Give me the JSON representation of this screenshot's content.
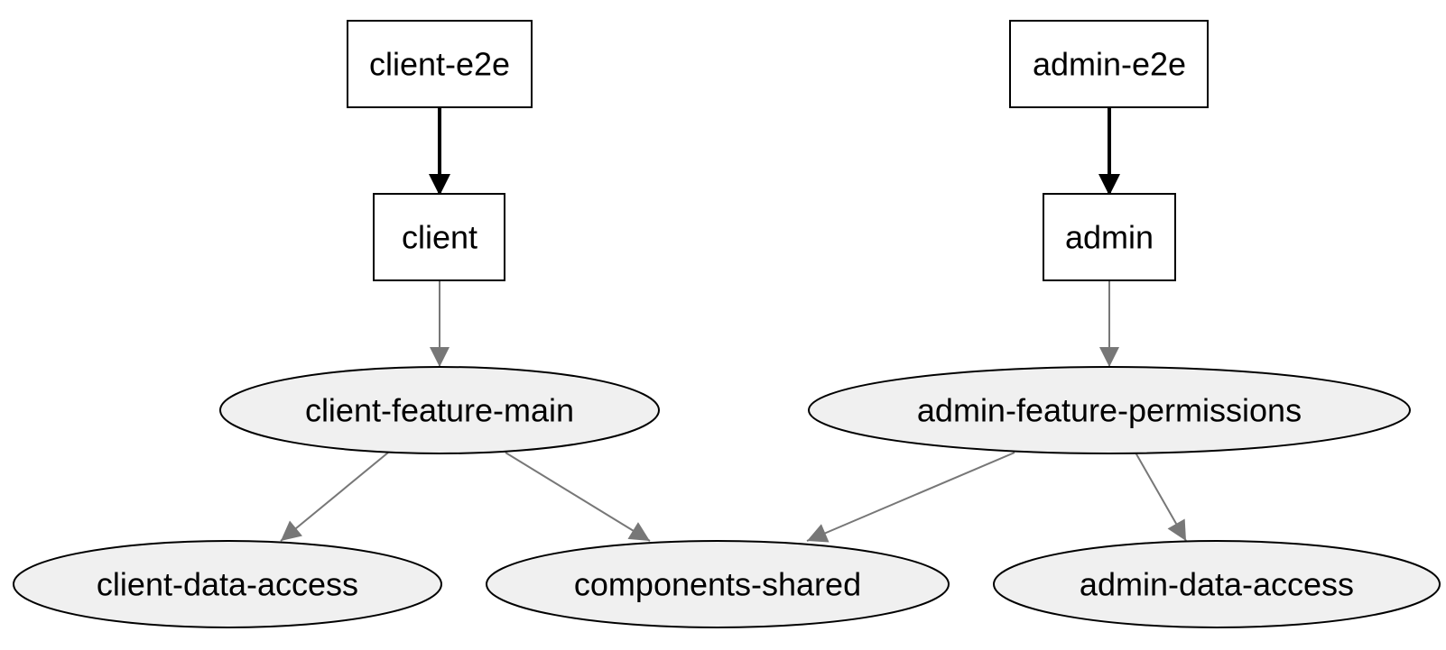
{
  "colors": {
    "app_edge": "#000000",
    "lib_edge": "#777777",
    "app_fill": "#ffffff",
    "lib_fill": "#f0f0f0",
    "stroke": "#000000"
  },
  "nodes": {
    "client_e2e": {
      "label": "client-e2e",
      "shape": "box"
    },
    "admin_e2e": {
      "label": "admin-e2e",
      "shape": "box"
    },
    "client": {
      "label": "client",
      "shape": "box"
    },
    "admin": {
      "label": "admin",
      "shape": "box"
    },
    "client_feature_main": {
      "label": "client-feature-main",
      "shape": "ellipse"
    },
    "admin_feature_permissions": {
      "label": "admin-feature-permissions",
      "shape": "ellipse"
    },
    "client_data_access": {
      "label": "client-data-access",
      "shape": "ellipse"
    },
    "components_shared": {
      "label": "components-shared",
      "shape": "ellipse"
    },
    "admin_data_access": {
      "label": "admin-data-access",
      "shape": "ellipse"
    }
  },
  "edges": [
    {
      "from": "client-e2e",
      "to": "client",
      "style": "implicit"
    },
    {
      "from": "admin-e2e",
      "to": "admin",
      "style": "implicit"
    },
    {
      "from": "client",
      "to": "client-feature-main",
      "style": "static"
    },
    {
      "from": "admin",
      "to": "admin-feature-permissions",
      "style": "static"
    },
    {
      "from": "client-feature-main",
      "to": "client-data-access",
      "style": "static"
    },
    {
      "from": "client-feature-main",
      "to": "components-shared",
      "style": "static"
    },
    {
      "from": "admin-feature-permissions",
      "to": "components-shared",
      "style": "static"
    },
    {
      "from": "admin-feature-permissions",
      "to": "admin-data-access",
      "style": "static"
    }
  ]
}
